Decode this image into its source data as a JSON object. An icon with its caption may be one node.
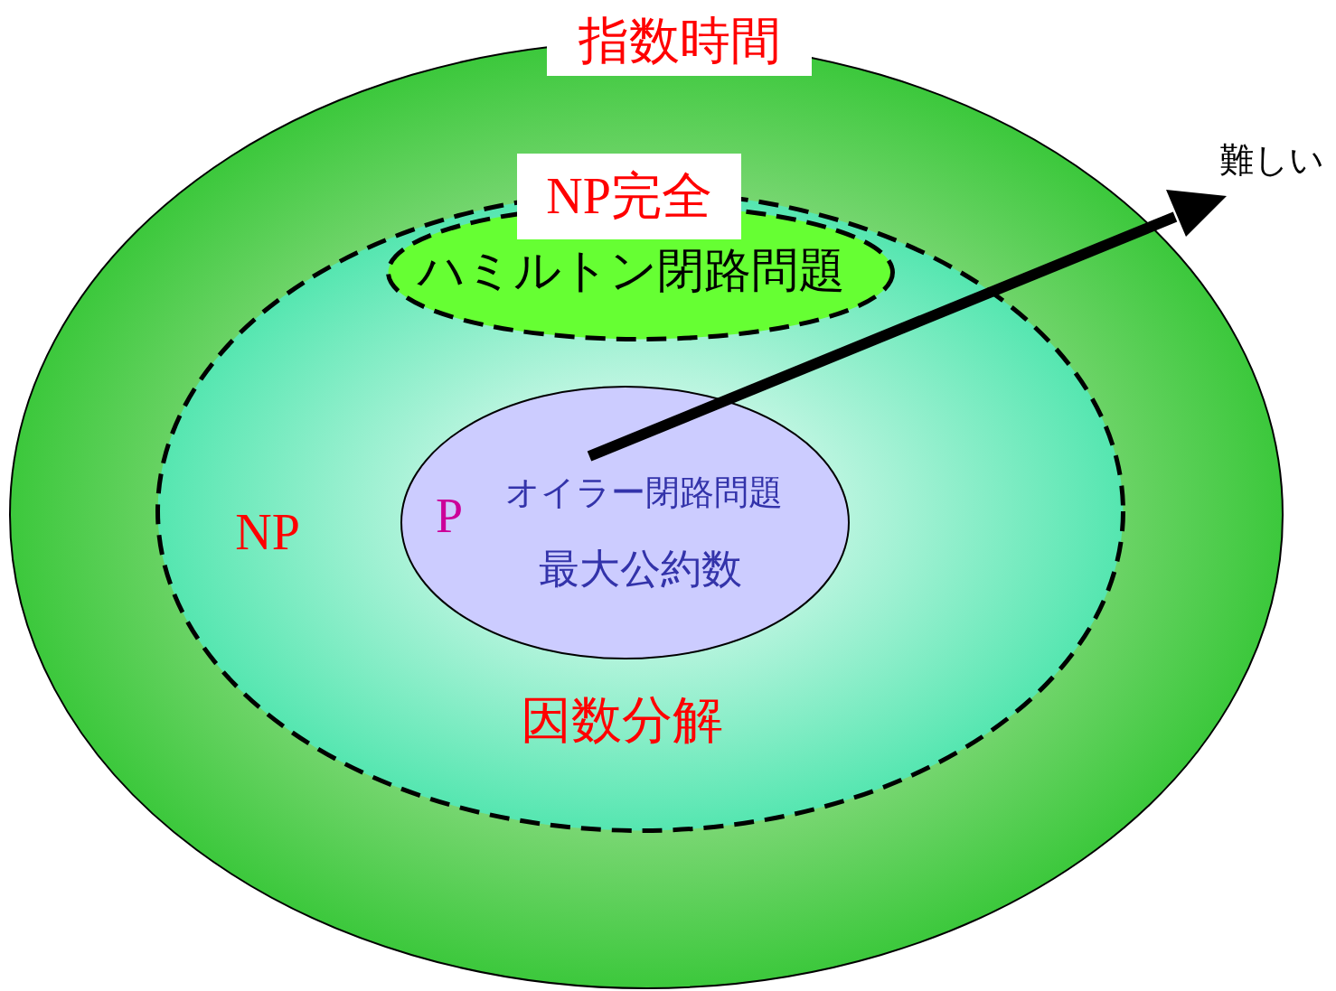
{
  "diagram": {
    "nodes": [
      {
        "text": [
          "指数時間"
        ]
      },
      {
        "text": [
          "NP",
          "因数分解"
        ],
        "in": 0
      },
      {
        "text": [
          "NP完全",
          "ハミルトン閉路問題"
        ],
        "in": 1
      },
      {
        "text": [
          "P",
          "オイラー閉路問題",
          "最大公約数"
        ],
        "in": 1
      }
    ],
    "labels": [
      "難しい"
    ]
  }
}
